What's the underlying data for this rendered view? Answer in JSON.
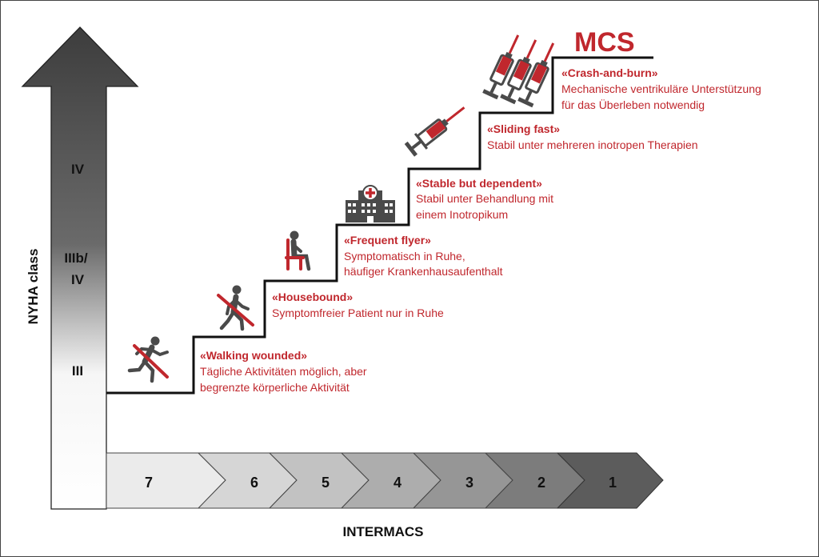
{
  "y_axis_label": "NYHA class",
  "x_axis_label": "INTERMACS",
  "nyha_classes": [
    "IV",
    "IIIb/",
    "IV",
    "III"
  ],
  "intermacs_levels": [
    "7",
    "6",
    "5",
    "4",
    "3",
    "2",
    "1"
  ],
  "mcs_label": "MCS",
  "profiles": [
    {
      "title": "«Walking wounded»",
      "desc": [
        "Tägliche Aktivitäten möglich, aber",
        "begrenzte körperliche Aktivität"
      ],
      "icon": "running-person-crossed-icon"
    },
    {
      "title": "«Housebound»",
      "desc": [
        "Symptomfreier Patient nur in Ruhe"
      ],
      "icon": "walking-person-crossed-icon"
    },
    {
      "title": "«Frequent flyer»",
      "desc": [
        "Symptomatisch in Ruhe,",
        "häufiger Krankenhausaufenthalt"
      ],
      "icon": "seated-person-icon"
    },
    {
      "title": "«Stable but dependent»",
      "desc": [
        "Stabil unter Behandlung mit",
        "einem Inotropikum"
      ],
      "icon": "hospital-icon"
    },
    {
      "title": "«Sliding fast»",
      "desc": [
        "Stabil unter mehreren inotropen Therapien"
      ],
      "icon": "syringe-icon"
    },
    {
      "title": "«Crash-and-burn»",
      "desc": [
        "Mechanische ventrikuläre Unterstützung",
        "für das Überleben notwendig"
      ],
      "icon": "multiple-syringes-icon"
    }
  ],
  "colors": {
    "accent": "#c0272d",
    "dark": "#4a4a4a",
    "step_line": "#111111"
  }
}
